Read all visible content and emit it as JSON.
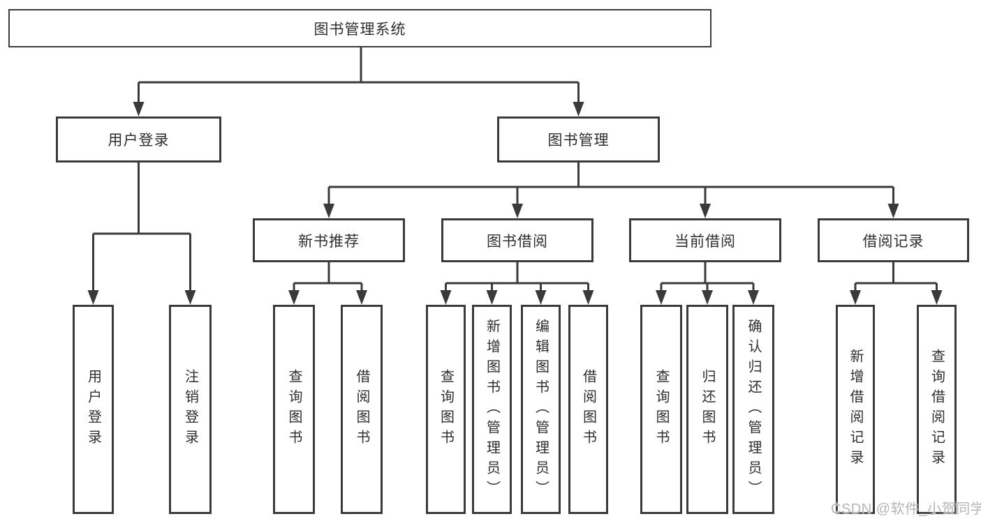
{
  "colors": {
    "box_border": "#3a3a3a",
    "connector_line": "#3a3a3a",
    "text": "#2e2e2e",
    "watermark": "#b5b5b5",
    "background": "#ffffff"
  },
  "diagram": {
    "root": "图书管理系统",
    "level2": {
      "user_login": "用户登录",
      "book_management": "图书管理"
    },
    "level3": {
      "new_book_recommend": "新书推荐",
      "book_borrow": "图书借阅",
      "current_borrow": "当前借阅",
      "borrow_record": "借阅记录"
    },
    "leaves": {
      "user_login": [
        "用户登录",
        "注销登录"
      ],
      "new_book_recommend": [
        "查询图书",
        "借阅图书"
      ],
      "book_borrow": [
        "查询图书",
        "新增图书（管理员）",
        "编辑图书（管理员）",
        "借阅图书"
      ],
      "current_borrow": [
        "查询图书",
        "归还图书",
        "确认归还（管理员）"
      ],
      "borrow_record": [
        "新增借阅记录",
        "查询借阅记录"
      ]
    }
  },
  "watermark": "CSDN @软件_小贺同学"
}
